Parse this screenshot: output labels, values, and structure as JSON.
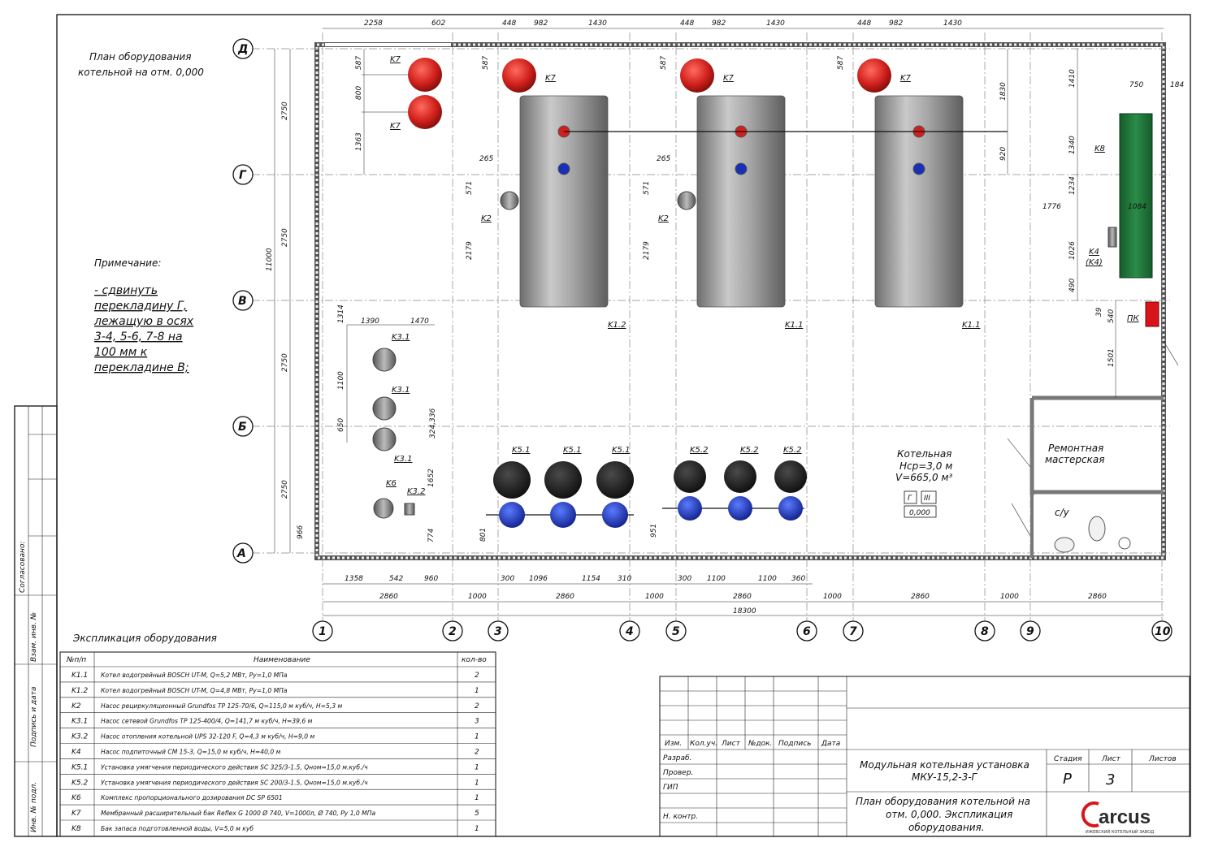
{
  "title": [
    "План оборудования",
    "котельной на отм. 0,000"
  ],
  "note": {
    "heading": "Примечание:",
    "lines": [
      "- сдвинуть",
      "перекладину Г,",
      "лежащую в осях",
      "3-4, 5-6, 7-8 на",
      "100 мм к",
      "перекладине В;"
    ]
  },
  "axes_letters": [
    "Д",
    "Г",
    "В",
    "Б",
    "А"
  ],
  "axes_numbers": [
    "1",
    "2",
    "3",
    "4",
    "5",
    "6",
    "7",
    "8",
    "9",
    "10"
  ],
  "dims": {
    "top": [
      "2258",
      "602",
      "448",
      "982",
      "1430",
      "448",
      "982",
      "1430",
      "448",
      "982",
      "1430"
    ],
    "left_rows": [
      "2750",
      "2750",
      "2750",
      "2750"
    ],
    "left_total": "11000",
    "bottom_row1": [
      "1358",
      "542",
      "960",
      "300",
      "1096",
      "1154",
      "310",
      "300",
      "1100",
      "1100",
      "360"
    ],
    "bottom_row2": [
      "2860",
      "1000",
      "2860",
      "1000",
      "2860",
      "1000",
      "2860",
      "1000",
      "2860"
    ],
    "bottom_total": "18300",
    "k7_left": [
      "587",
      "800",
      "1363"
    ],
    "k7_tops": [
      "587",
      "587",
      "587"
    ],
    "k2": [
      "265",
      "571",
      "2179",
      "265",
      "571",
      "2179"
    ],
    "right_boiler": [
      "1830",
      "920"
    ],
    "k8": [
      "1410",
      "750",
      "184",
      "1340",
      "1234",
      "1776",
      "1084",
      "1026",
      "490",
      "39",
      "540",
      "1501"
    ],
    "pumps": [
      "1314",
      "1390",
      "1470",
      "1100",
      "650",
      "324,336",
      "1652",
      "774",
      "966",
      "801",
      "951"
    ]
  },
  "labels": {
    "k7": "K7",
    "k2": "K2",
    "k12": "K1.2",
    "k11": "K1.1",
    "k31": "K3.1",
    "k32": "K3.2",
    "k6": "K6",
    "k51": "K5.1",
    "k52": "K5.2",
    "k8": "K8",
    "k4": "K4",
    "k4b": "(K4)",
    "pk": "ПК"
  },
  "room_main": [
    "Котельная",
    "Hср=3,0 м",
    "V=665,0 м³"
  ],
  "room_main_marks": [
    "Г",
    "III",
    "0,000"
  ],
  "room_repair": [
    "Ремонтная",
    "мастерская"
  ],
  "room_wc": "с/у",
  "side_stamp": [
    "Согласовано:",
    "Взам. инв. №",
    "Подпись и дата",
    "Инв. № подл."
  ],
  "explication": {
    "title": "Экспликация оборудования",
    "headers": [
      "№п/п",
      "Наименование",
      "кол-во"
    ],
    "rows": [
      [
        "K1.1",
        "Котел водогрейный BOSCH UT-M, Q=5,2 МВт, Ру=1,0 МПа",
        "2"
      ],
      [
        "K1.2",
        "Котел водогрейный BOSCH UT-M, Q=4,8 МВт, Ру=1,0 МПа",
        "1"
      ],
      [
        "K2",
        "Насос рециркуляционный Grundfos TP 125-70/6, Q=115,0 м куб/ч, H=5,3 м",
        "2"
      ],
      [
        "K3.1",
        "Насос сетевой Grundfos TP 125-400/4, Q=141,7 м куб/ч, H=39,6 м",
        "3"
      ],
      [
        "K3.2",
        "Насос отопления котельной UPS 32-120 F, Q=4,3 м куб/ч, H=9,0 м",
        "1"
      ],
      [
        "K4",
        "Насос подпиточный CM 15-3, Q=15,0 м куб/ч, H=40,0 м",
        "2"
      ],
      [
        "K5.1",
        "Установка умягчения периодического действия SC 325/3-1.5, Qном=15,0 м.куб./ч",
        "1"
      ],
      [
        "K5.2",
        "Установка умягчения периодического действия SC 200/3-1.5, Qном=15,0 м.куб./ч",
        "1"
      ],
      [
        "K6",
        "Комплекс пропорционального дозирования DC SP 6501",
        "1"
      ],
      [
        "K7",
        "Мембранный расширительный бак Reflex G 1000 Ø 740, V=1000л, Ø 740, Ру 1,0 МПа",
        "5"
      ],
      [
        "K8",
        "Бак запаса подготовленной воды, V=5,0 м куб",
        "1"
      ]
    ]
  },
  "titleblock": {
    "cols": [
      "Изм.",
      "Кол.уч.",
      "Лист",
      "№док.",
      "Подпись",
      "Дата"
    ],
    "roles": [
      "Разраб.",
      "Провер.",
      "ГИП",
      "",
      "Н. контр."
    ],
    "project": [
      "Модульная котельная установка",
      "МКУ-15,2-3-Г"
    ],
    "sheet_title": [
      "План оборудования котельной на",
      "отм. 0,000. Экспликация",
      "оборудования."
    ],
    "stage_h": "Стадия",
    "list_h": "Лист",
    "lists_h": "Листов",
    "stage": "Р",
    "list": "3",
    "lists": "",
    "logo": "arcus",
    "logo_sub": "ИЖЕВСКИЙ КОТЕЛЬНЫЙ ЗАВОД"
  },
  "colors": {
    "k7_tank": "#d0201c",
    "boiler": "#9a9a9a",
    "k8_tank": "#1f7a3a",
    "pk": "#d8141b",
    "softener_top": "#151515",
    "softener_bottom": "#1a2fb8"
  }
}
